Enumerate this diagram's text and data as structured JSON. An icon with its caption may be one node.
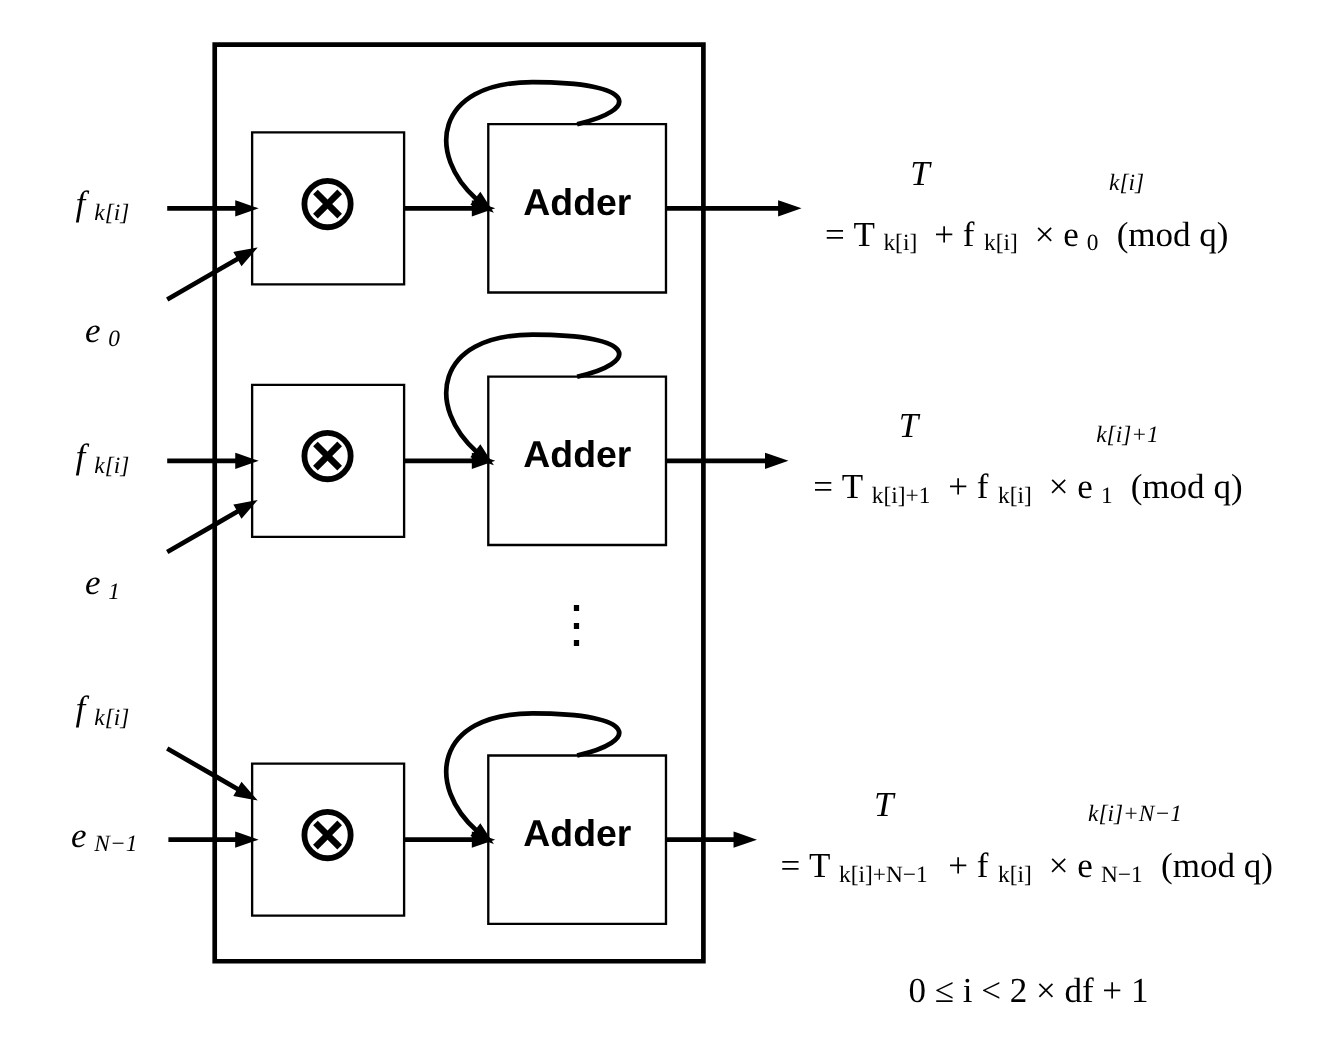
{
  "diagram": {
    "nodes": [
      {
        "text": [],
        "shape": "box"
      },
      {
        "text": [
          "⊗"
        ],
        "in": 0
      },
      {
        "text": [
          "Adder"
        ],
        "in": 0
      },
      {
        "text": [
          "f$_{k[i]}$"
        ]
      },
      {
        "text": [
          "e$_{0}$"
        ]
      },
      {
        "text": [
          "T$_{k[i]}$"
        ],
        "beside": [
          "= T$_{k[i]}$ + f$_{k[i]}$ × e$_{0}$ (mod q)"
        ]
      },
      {
        "text": [
          "⊗"
        ],
        "in": 0
      },
      {
        "text": [
          "Adder"
        ],
        "in": 0
      },
      {
        "text": [
          "f$_{k[i]}$"
        ]
      },
      {
        "text": [
          "e$_{1}$"
        ]
      },
      {
        "text": [
          "T$_{k[i]+1}$"
        ],
        "beside": [
          "= T$_{k[i]+1}$ + f$_{k[i]}$ × e$_{1}$ (mod q)"
        ]
      },
      {
        "text": [
          "⊗"
        ],
        "in": 0
      },
      {
        "text": [
          "Adder"
        ],
        "in": 0
      },
      {
        "text": [
          "f$_{k[i]}$"
        ]
      },
      {
        "text": [
          "e$_{N−1}$"
        ]
      },
      {
        "text": [
          "T$_{k[i]+N−1}$"
        ],
        "beside": [
          "= T$_{k[i]+N−1}$ + f$_{k[i]}$ × e$_{N−1}$ (mod q)"
        ]
      }
    ],
    "edges": [
      {
        "from": 3,
        "to": 1,
        "arrow": "to"
      },
      {
        "from": 4,
        "to": 1,
        "arrow": "to"
      },
      {
        "from": 1,
        "to": 2,
        "arrow": "to"
      },
      {
        "from": 2,
        "to": 2,
        "arrow": "to"
      },
      {
        "from": 2,
        "to": 5,
        "arrow": "to"
      },
      {
        "from": 8,
        "to": 6,
        "arrow": "to"
      },
      {
        "from": 9,
        "to": 6,
        "arrow": "to"
      },
      {
        "from": 6,
        "to": 7,
        "arrow": "to"
      },
      {
        "from": 7,
        "to": 7,
        "arrow": "to"
      },
      {
        "from": 7,
        "to": 10,
        "arrow": "to"
      },
      {
        "from": 13,
        "to": 11,
        "arrow": "to"
      },
      {
        "from": 14,
        "to": 11,
        "arrow": "to"
      },
      {
        "from": 11,
        "to": 12,
        "arrow": "to"
      },
      {
        "from": 12,
        "to": 12,
        "arrow": "to"
      },
      {
        "from": 12,
        "to": 15,
        "arrow": "to"
      }
    ],
    "labels": [
      "⋮",
      "0 ≤ i < 2 × df + 1"
    ]
  }
}
